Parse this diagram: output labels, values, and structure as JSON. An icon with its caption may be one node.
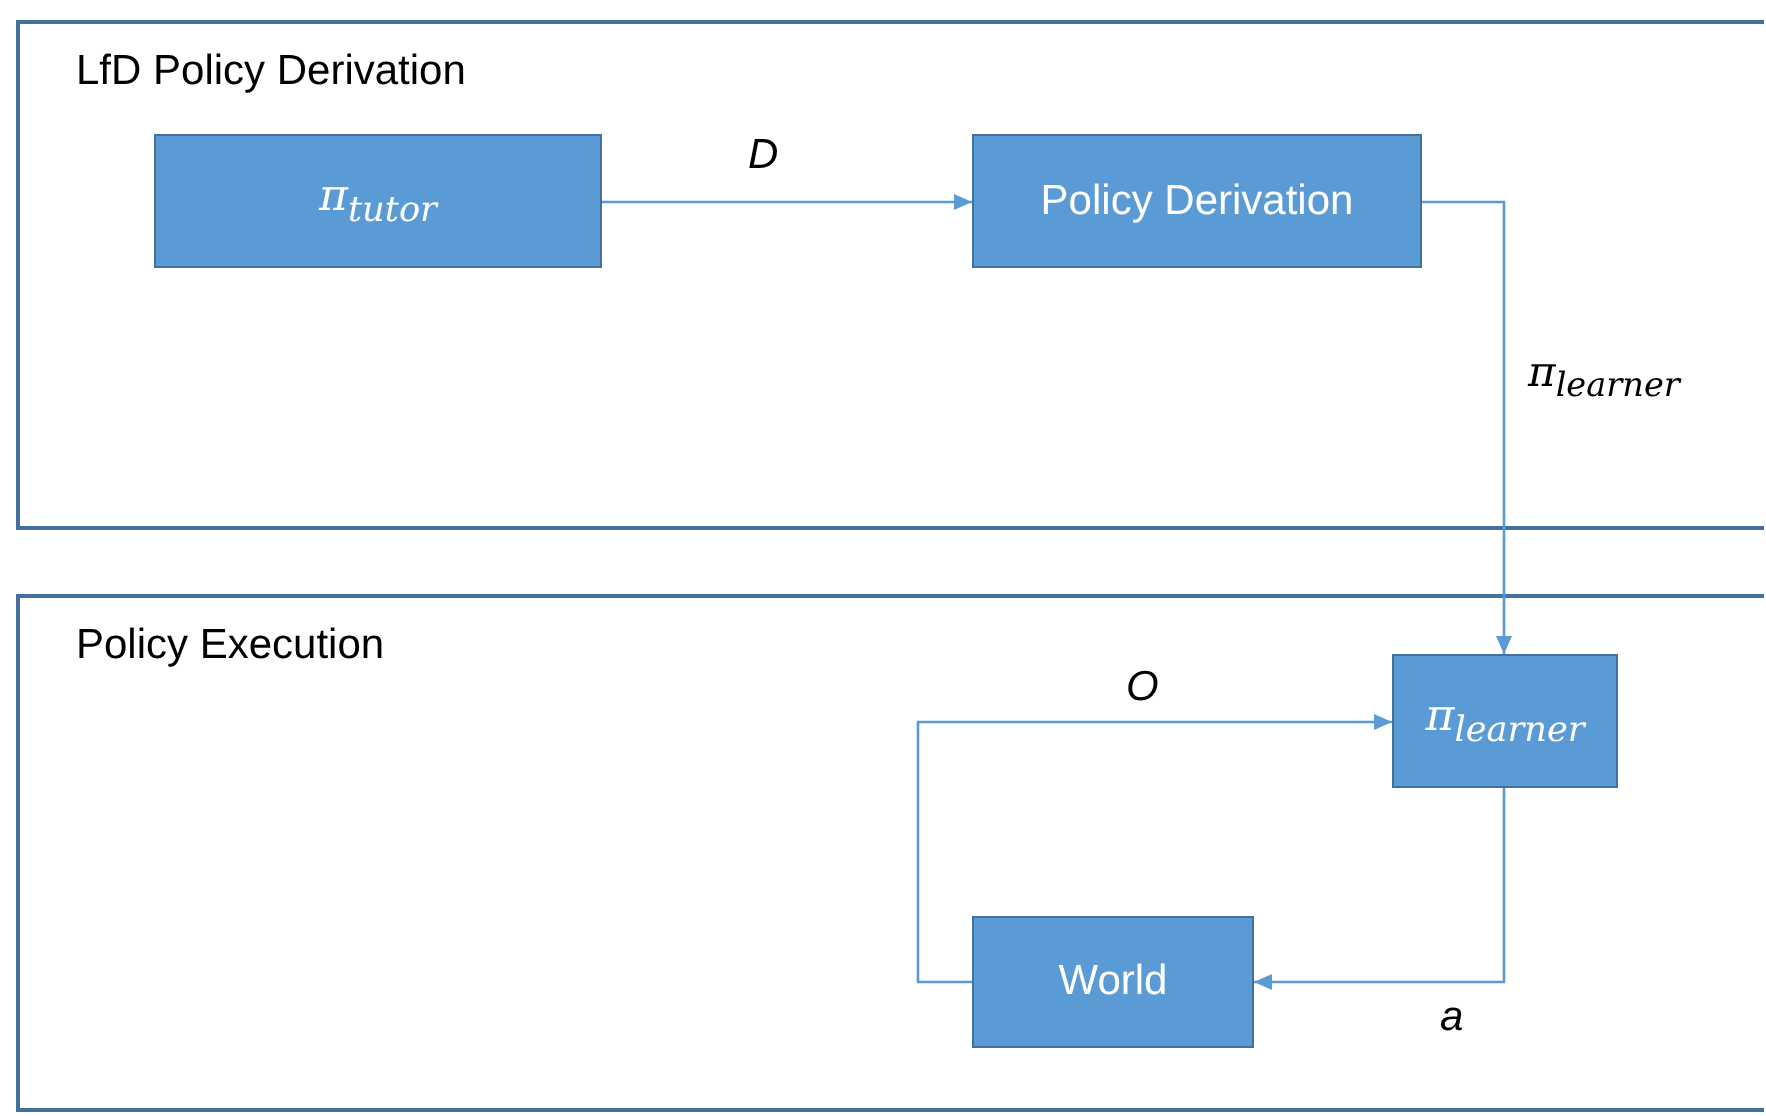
{
  "diagram": {
    "nodes": [
      {
        "text": [
          "LfD Policy Derivation"
        ]
      },
      {
        "text": [
          "π$_{tutor}$"
        ],
        "in": 0
      },
      {
        "text": [
          "Policy Derivation"
        ],
        "in": 0
      },
      {
        "text": [
          "Policy Execution"
        ]
      },
      {
        "text": [
          "π$_{learner}$"
        ],
        "in": 3
      },
      {
        "text": [
          "World"
        ],
        "in": 3
      }
    ],
    "edges": [
      {
        "from": 1,
        "to": 2,
        "arrow": "to",
        "label": "D"
      },
      {
        "from": 2,
        "to": 4,
        "arrow": "to",
        "label": "π$_{learner}$"
      },
      {
        "from": 4,
        "to": 5,
        "arrow": "to",
        "label": "a"
      },
      {
        "from": 5,
        "to": 4,
        "arrow": "to",
        "label": "O"
      }
    ]
  }
}
